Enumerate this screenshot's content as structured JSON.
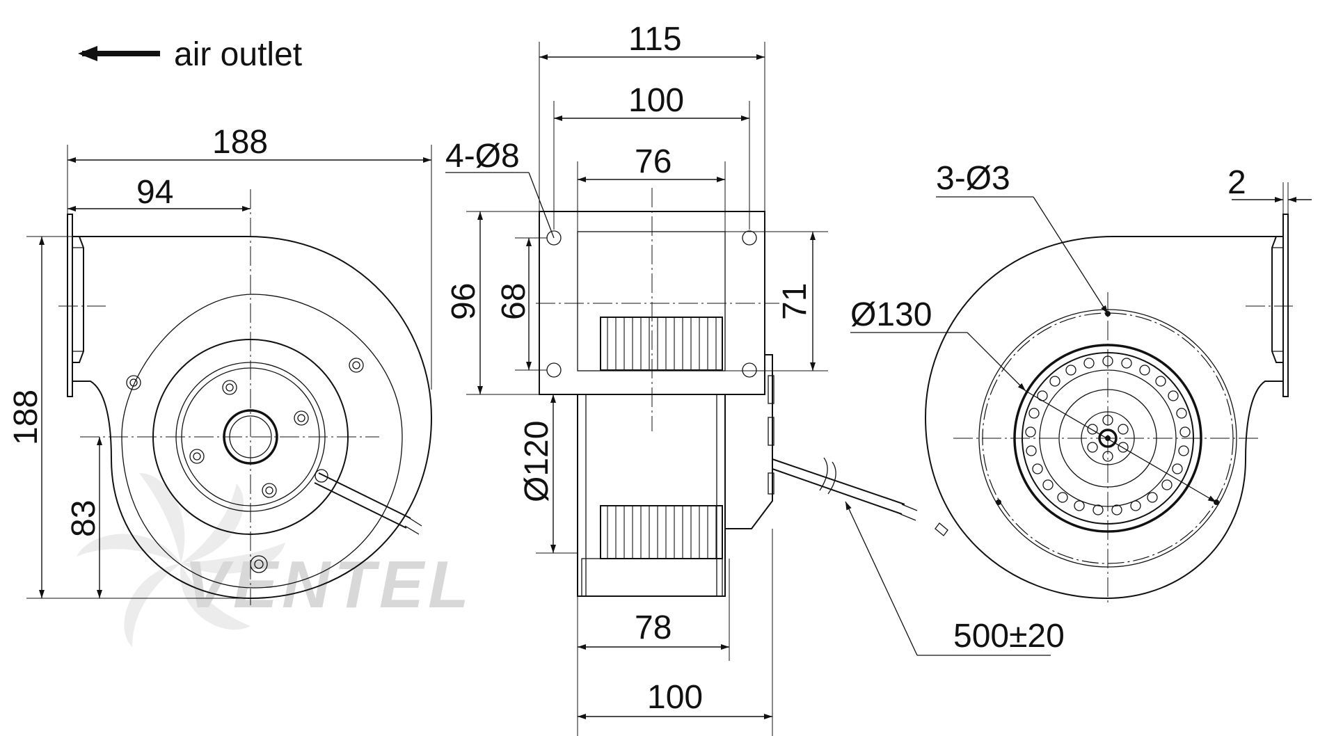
{
  "legend": {
    "arrow_label": "air outlet"
  },
  "dimensions": {
    "width_188": "188",
    "half_94": "94",
    "height_188": "188",
    "axis_83": "83",
    "depth_115": "115",
    "flange_100": "100",
    "inlet_76": "76",
    "holes": "4-Ø8",
    "flange_96": "96",
    "holespacing_68": "68",
    "outlet_71": "71",
    "housing_120": "Ø120",
    "impeller_78": "78",
    "base_100": "100",
    "motor_holes": "3-Ø3",
    "circle_130": "Ø130",
    "flange_2": "2",
    "cable": "500±20"
  },
  "watermark": {
    "brand": "VENTEL"
  }
}
